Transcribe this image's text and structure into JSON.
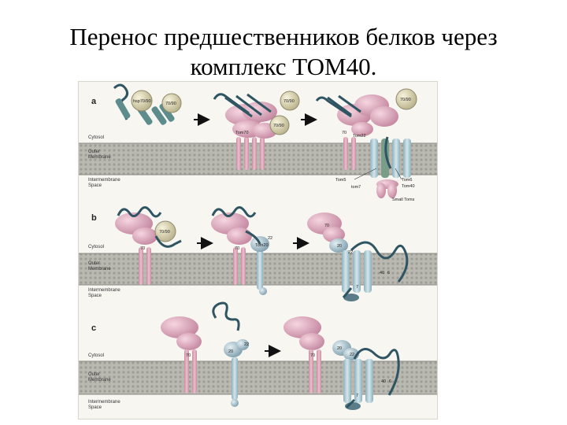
{
  "title": {
    "line1": "Перенос предшественников белков через",
    "line2": "комплекс TOM40."
  },
  "panel_a": {
    "letter": "a",
    "hsp": "hsp70/90",
    "hsp_small1": "70/90",
    "hsp_small2": "70/90",
    "hsp_small3": "70/90",
    "hsp_small4": "70/90",
    "tom70": "Tom70",
    "r70": "70",
    "tom22": "Tom22",
    "tom5": "Tom5",
    "tom7": "tom7",
    "tom6": "Tom6",
    "tom40": "Tom40",
    "small_toms": "Small Toms",
    "cytosol": "Cytosol",
    "outer1": "Outer",
    "outer2": "Membrane",
    "ims1": "Intermembrane",
    "ims2": "Space"
  },
  "panel_b": {
    "letter": "b",
    "hsp": "70/90",
    "r70a": "70",
    "r70b": "70",
    "r22": "22",
    "tom20": "Tom20",
    "r70c": "70",
    "r20": "20",
    "r22b": "22",
    "r40": "40",
    "r6": "6",
    "r7": "7",
    "cytosol": "Cytosol",
    "outer1": "Outer",
    "outer2": "Membrane",
    "ims1": "Intermembrane",
    "ims2": "Space"
  },
  "panel_c": {
    "letter": "c",
    "r70a": "70",
    "r20": "20",
    "r22": "22",
    "r70b": "70",
    "r20b": "20",
    "r22b": "22",
    "r40": "40",
    "r6": "6",
    "r7": "7",
    "cytosol": "Cytosol",
    "outer1": "Outer",
    "outer2": "Membrane",
    "ims1": "Intermembrane",
    "ims2": "Space"
  }
}
